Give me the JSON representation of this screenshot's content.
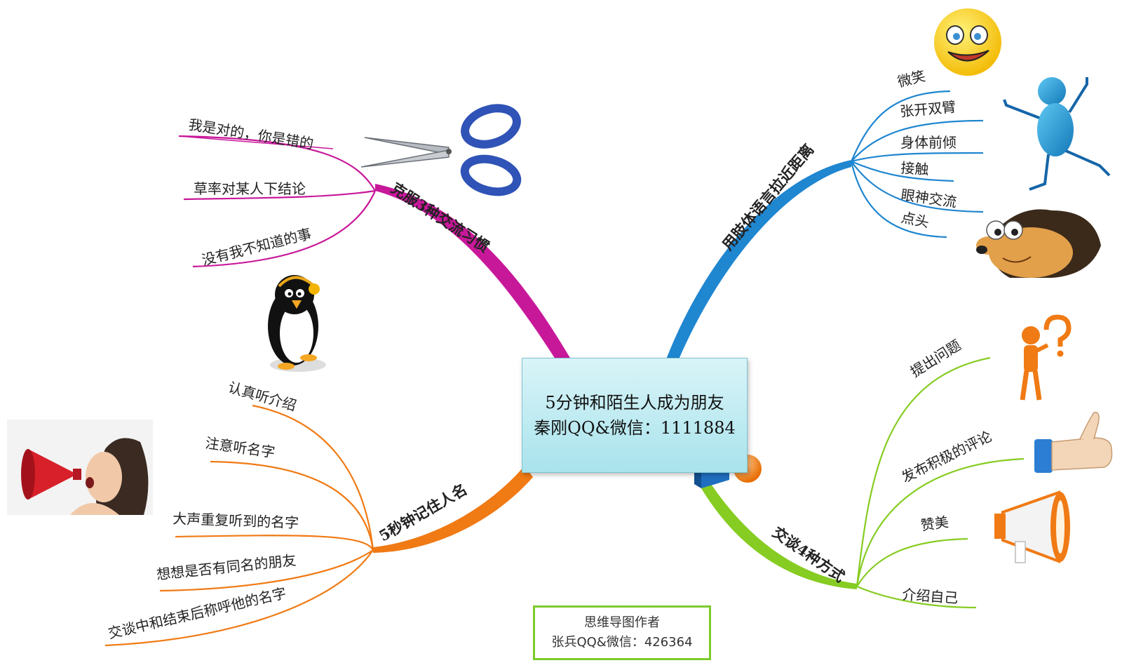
{
  "center": {
    "line1": "5分钟和陌生人成为朋友",
    "line2": "秦刚QQ&微信：1111884"
  },
  "author": {
    "line1": "思维导图作者",
    "line2": "张兵QQ&微信：426364"
  },
  "colors": {
    "magenta": "#c8189a",
    "blue": "#1f86d0",
    "orange": "#f07a14",
    "green": "#86cc22"
  },
  "branches": {
    "habits": {
      "title": "克服3种交流习惯",
      "items": [
        "我是对的，你是错的",
        "草率对某人下结论",
        "没有我不知道的事"
      ],
      "icon": "scissors-icon"
    },
    "body_language": {
      "title": "用肢体语言拉近距离",
      "items": [
        "微笑",
        "张开双臂",
        "身体前倾",
        "接触",
        "眼神交流",
        "点头"
      ],
      "icons": [
        "smiley-face-icon",
        "stick-figure-icon",
        "hedgehog-icon"
      ]
    },
    "remember_names": {
      "title": "5秒钟记住人名",
      "items": [
        "认真听介绍",
        "注意听名字",
        "大声重复听到的名字",
        "想想是否有同名的朋友",
        "交谈中和结束后称呼他的名字"
      ],
      "icons": [
        "penguin-icon",
        "woman-megaphone-icon"
      ]
    },
    "talk_ways": {
      "title": "交谈4种方式",
      "items": [
        "提出问题",
        "发布积极的评论",
        "赞美",
        "介绍自己"
      ],
      "icons": [
        "question-figure-icon",
        "thumbs-up-icon",
        "megaphone-icon"
      ]
    }
  }
}
